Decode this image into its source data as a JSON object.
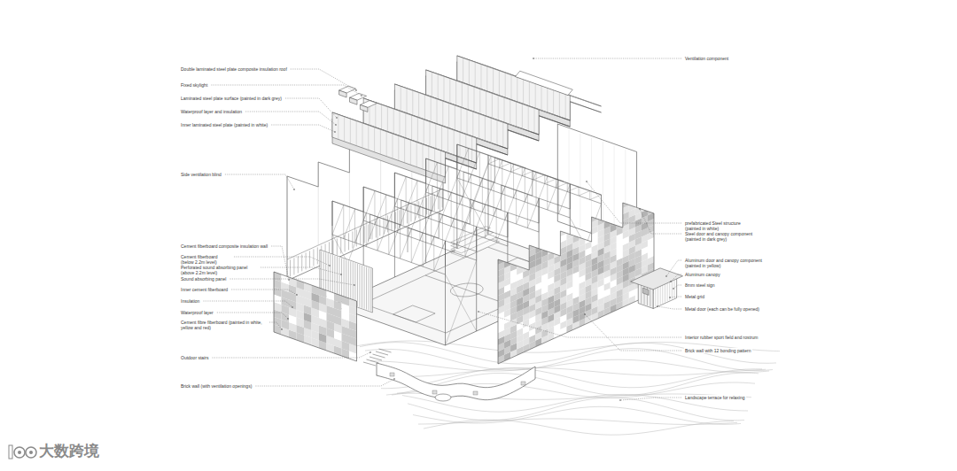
{
  "diagram": {
    "labels": [
      "Double laminated steel plate composite insulation roof",
      "Fixed skylight",
      "Laminated steel plate surface (painted in dark grey)",
      "Waterproof layer and insulation",
      "Inner laminated steel plate (painted in white)",
      "Side ventilation blind",
      "Cement fiberboard composite insulation wall",
      "Cement fiberboard (below 2.2m level)",
      "Perforated sound absorbing panel (above 2.2m level)",
      "Sound absorbing panel",
      "Inner cement fiberboard",
      "Insulation",
      "Waterproof layer",
      "Cement fibre fiberboard (painted in white, yellow and red)",
      "Outdoor stairs",
      "Brick wall (with ventilation openings)",
      "Ventilation component",
      "prefabricated Steel structure (painted in white)",
      "Steel door and canopy component (painted in dark grey)",
      "Aluminum door and canopy component (painted in yellow)",
      "Aluminum canopy",
      "8mm steel sign",
      "Metal grid",
      "Metal door (each can be fully opened)",
      "Interior rubber sport field and rostrum",
      "Brick wall with 12 bonding pattern",
      "Landscape terrace for relaxing",
      "大数跨境"
    ]
  }
}
